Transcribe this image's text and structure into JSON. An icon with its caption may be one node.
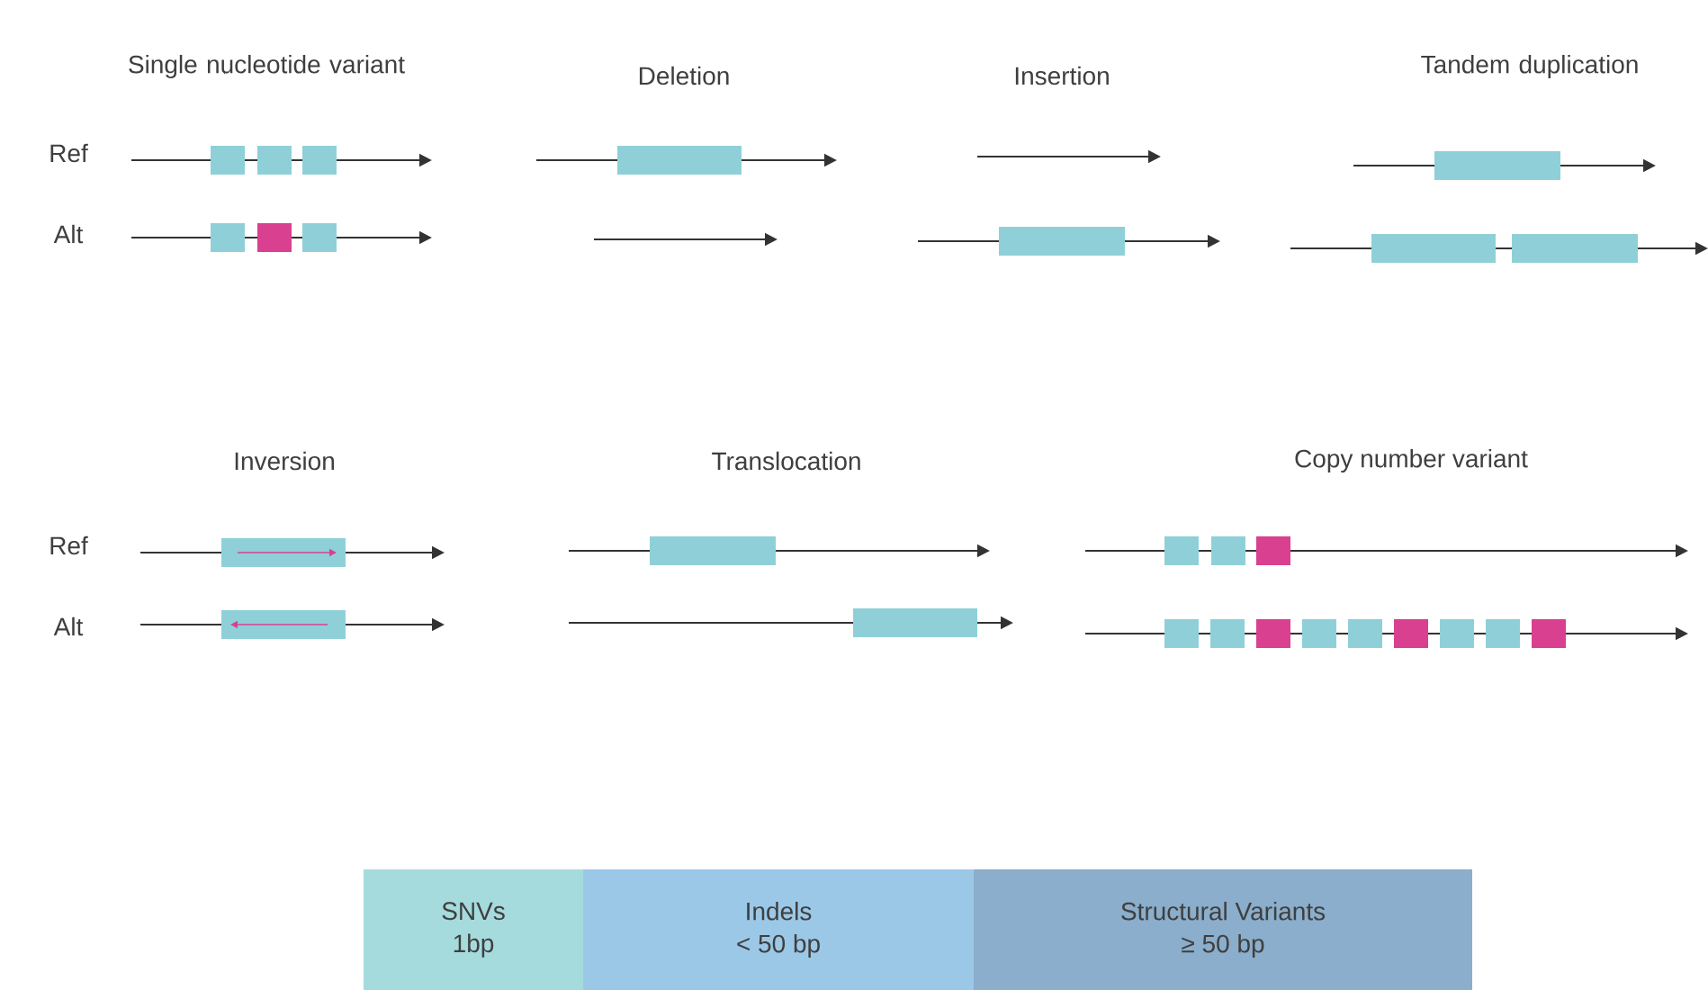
{
  "diagram": {
    "nodes": [
      {
        "text": [
          "SNVs",
          "1bp"
        ]
      },
      {
        "text": [
          "Indels",
          "< 50 bp"
        ]
      },
      {
        "text": [
          "Structural Variants",
          "≥ 50 bp"
        ]
      }
    ],
    "edges": [],
    "labels": [
      "Single nucleotide variant",
      "Deletion",
      "Insertion",
      "Tandem duplication",
      "Ref",
      "Alt",
      "Inversion",
      "Translocation",
      "Copy number variant",
      "Ref",
      "Alt"
    ]
  }
}
